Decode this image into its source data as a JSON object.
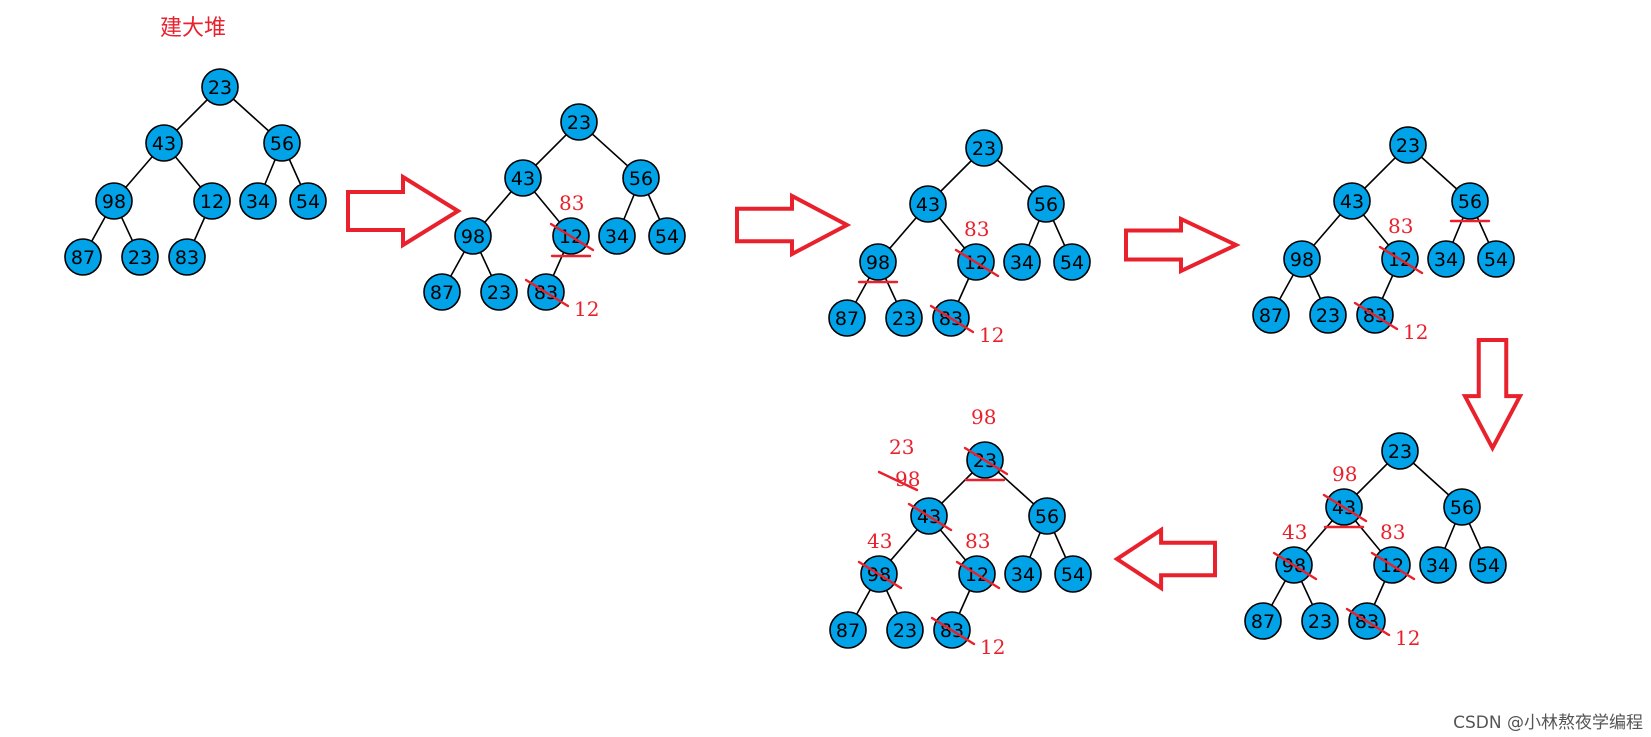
{
  "title": "建大堆",
  "watermark": "CSDN @小林熬夜学编程",
  "colors": {
    "node_fill": "#00a2e8",
    "annotation": "#e8212c",
    "arrow": "#e8212c"
  },
  "trees": [
    {
      "values": [
        "23",
        "43",
        "56",
        "98",
        "12",
        "34",
        "54",
        "87",
        "23",
        "83"
      ],
      "struck": [],
      "underlined": [],
      "annotations": []
    },
    {
      "values": [
        "23",
        "43",
        "56",
        "98",
        "12",
        "34",
        "54",
        "87",
        "23",
        "83"
      ],
      "struck": [
        4,
        9
      ],
      "underlined": [
        4
      ],
      "annotations": [
        {
          "near": 4,
          "text": "83",
          "pos": "above-left"
        },
        {
          "near": 9,
          "text": "12",
          "pos": "below-right"
        }
      ]
    },
    {
      "values": [
        "23",
        "43",
        "56",
        "98",
        "12",
        "34",
        "54",
        "87",
        "23",
        "83"
      ],
      "struck": [
        4,
        9
      ],
      "underlined": [
        3
      ],
      "annotations": [
        {
          "near": 4,
          "text": "83",
          "pos": "above-left"
        },
        {
          "near": 9,
          "text": "12",
          "pos": "below-right"
        }
      ]
    },
    {
      "values": [
        "23",
        "43",
        "56",
        "98",
        "12",
        "34",
        "54",
        "87",
        "23",
        "83"
      ],
      "struck": [
        4,
        9
      ],
      "underlined": [
        2
      ],
      "annotations": [
        {
          "near": 4,
          "text": "83",
          "pos": "above-left"
        },
        {
          "near": 9,
          "text": "12",
          "pos": "below-right"
        }
      ]
    },
    {
      "values": [
        "23",
        "43",
        "56",
        "98",
        "12",
        "34",
        "54",
        "87",
        "23",
        "83"
      ],
      "struck": [
        1,
        3,
        4,
        9
      ],
      "underlined": [
        1
      ],
      "annotations": [
        {
          "near": 1,
          "text": "98",
          "pos": "above-left"
        },
        {
          "near": 3,
          "text": "43",
          "pos": "above-left"
        },
        {
          "near": 4,
          "text": "83",
          "pos": "above-left"
        },
        {
          "near": 9,
          "text": "12",
          "pos": "below-right"
        }
      ]
    },
    {
      "values": [
        "23",
        "43",
        "56",
        "98",
        "12",
        "34",
        "54",
        "87",
        "23",
        "83"
      ],
      "struck": [
        0,
        1,
        3,
        4,
        9
      ],
      "underlined": [
        0
      ],
      "annotations": [
        {
          "near": 0,
          "text": "98",
          "pos": "above"
        },
        {
          "near": 1,
          "text": "23",
          "pos": "far-above-left"
        },
        {
          "near": 1,
          "text": "98",
          "pos": "left-struck"
        },
        {
          "near": 3,
          "text": "43",
          "pos": "above-left"
        },
        {
          "near": 4,
          "text": "83",
          "pos": "above-left"
        },
        {
          "near": 9,
          "text": "12",
          "pos": "below-right"
        }
      ]
    }
  ],
  "arrows": [
    {
      "dir": "right"
    },
    {
      "dir": "right"
    },
    {
      "dir": "right"
    },
    {
      "dir": "down"
    },
    {
      "dir": "left"
    }
  ]
}
